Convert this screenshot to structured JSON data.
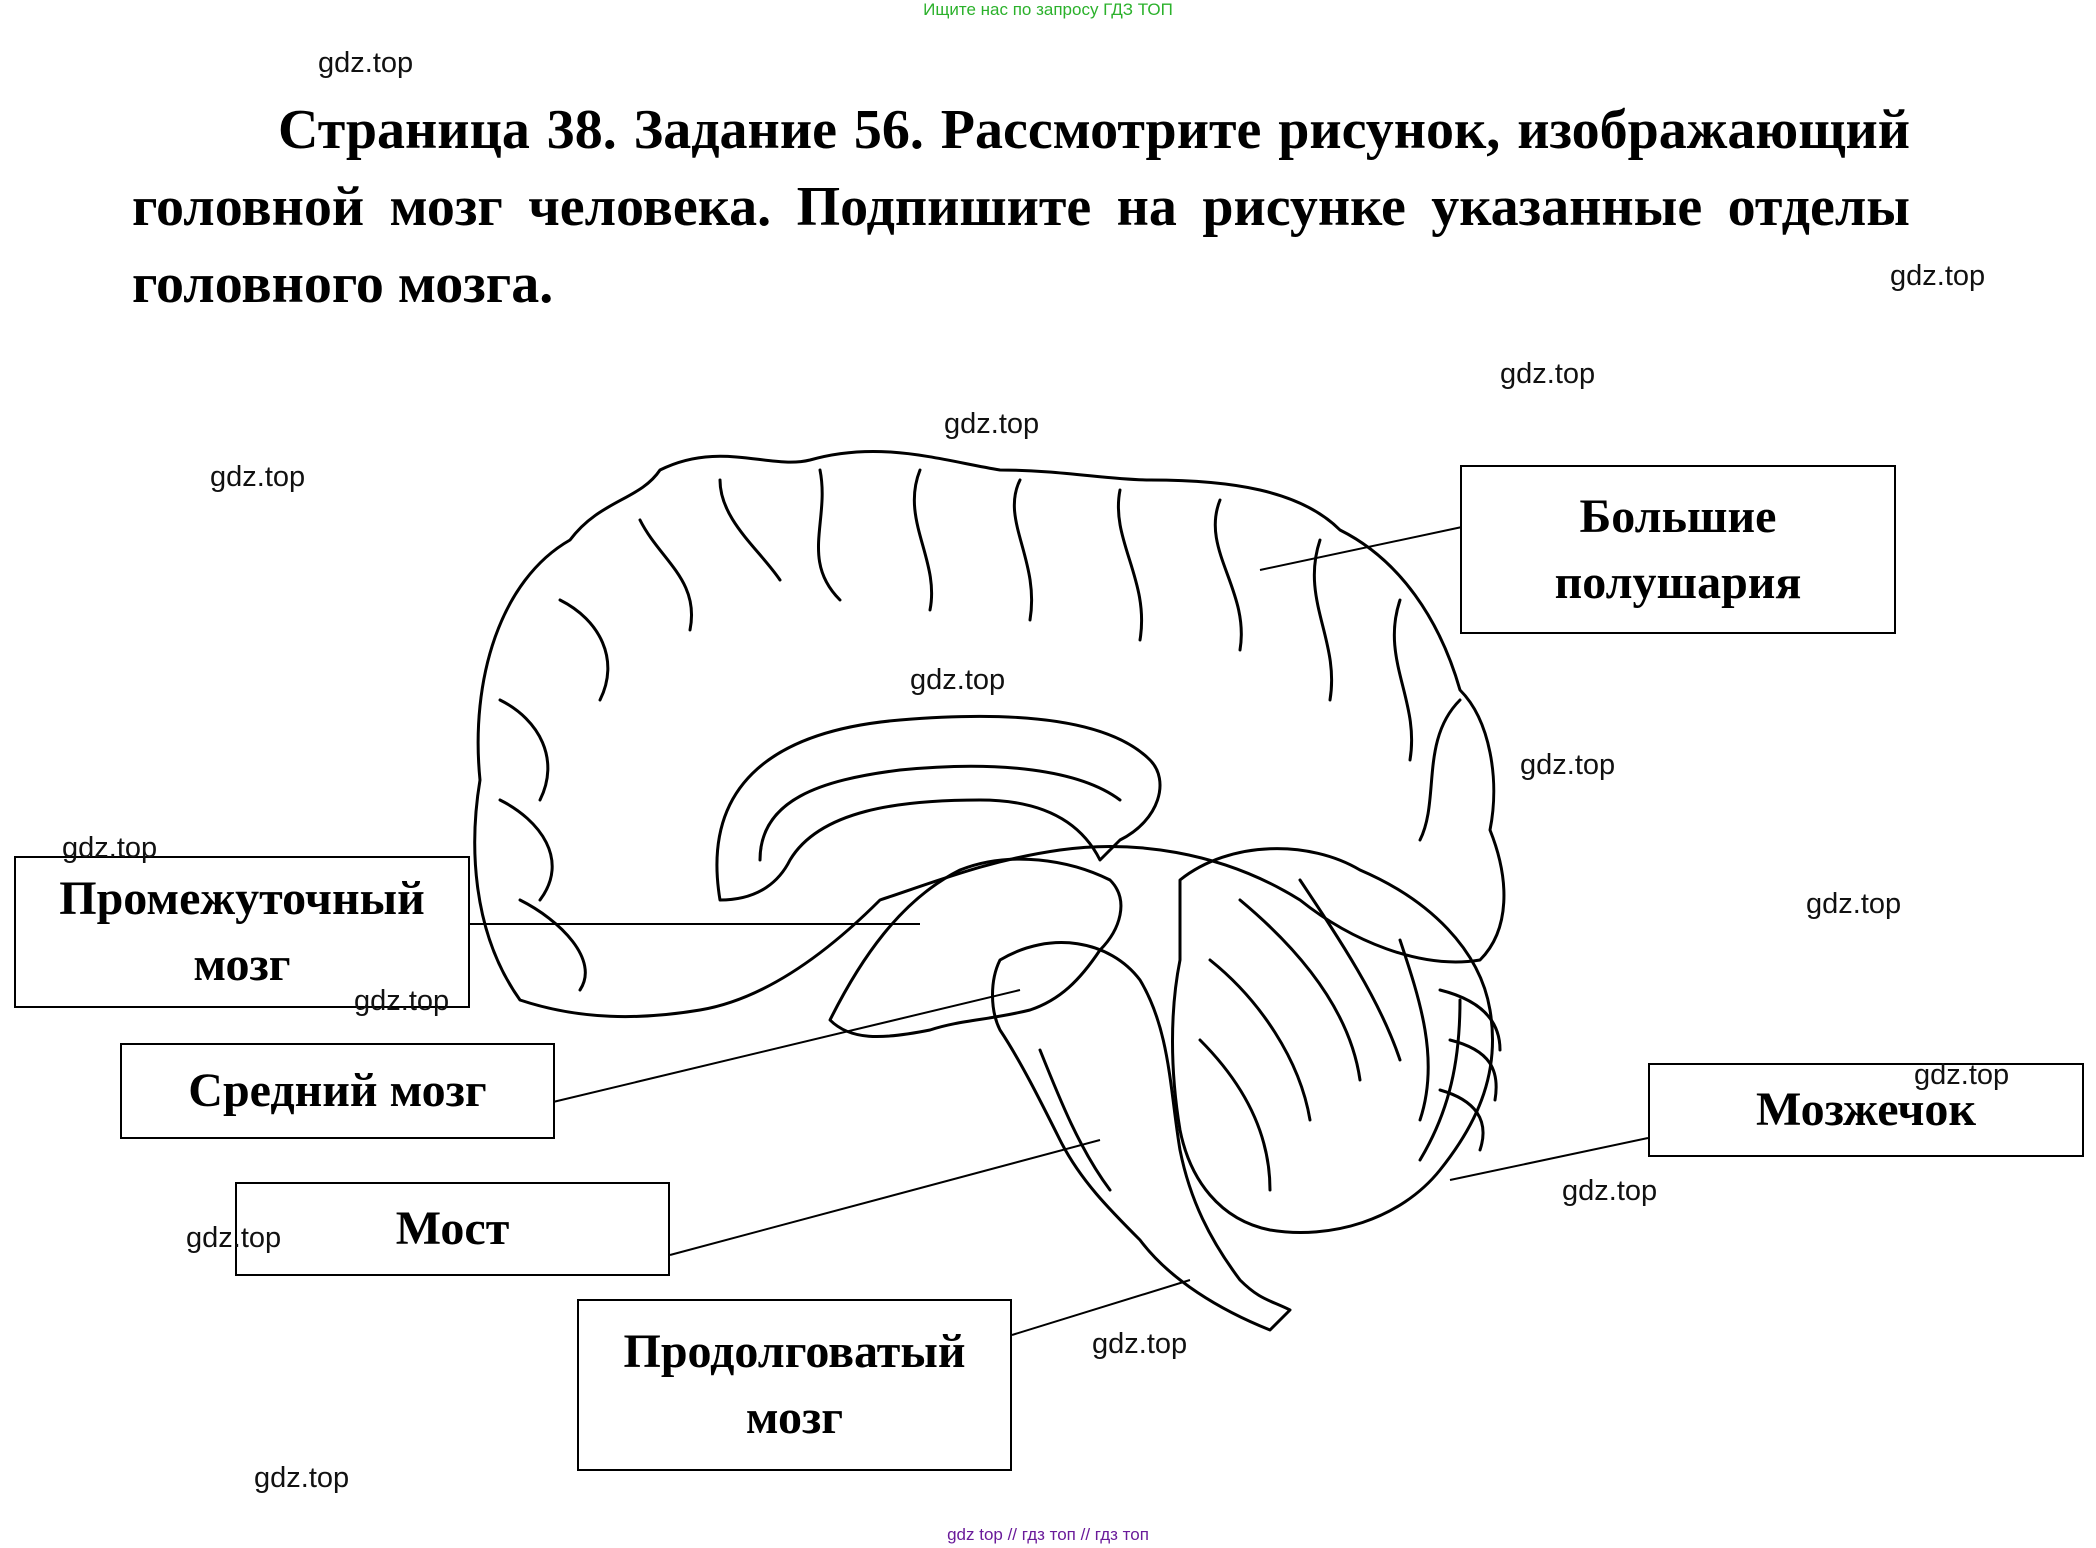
{
  "top_banner": "Ищите нас по запросу ГДЗ ТОП",
  "task_text": "Страница 38. Задание 56. Рассмотрите рисунок, изображающий головной мозг человека. Подпишите на рисунке указанные отделы головного мозга.",
  "watermark": "gdz.top",
  "labels": {
    "hemispheres_line1": "Большие",
    "hemispheres_line2": "полушария",
    "diencephalon_line1": "Промежуточный",
    "diencephalon_line2": "мозг",
    "midbrain": "Средний мозг",
    "pons": "Мост",
    "medulla_line1": "Продолговатый",
    "medulla_line2": "мозг",
    "cerebellum": "Мозжечок"
  },
  "footer": "gdz top  //  гдз топ  //  гдз топ"
}
